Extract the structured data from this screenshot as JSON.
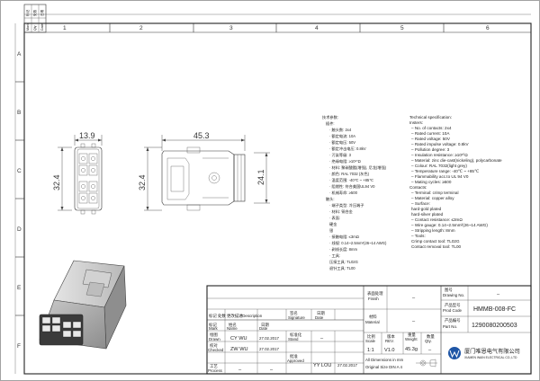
{
  "grid": {
    "cols": [
      "1",
      "2",
      "3",
      "4",
      "5",
      "6"
    ],
    "rows": [
      "A",
      "B",
      "C",
      "D",
      "E",
      "F"
    ]
  },
  "revision_block": {
    "labels": [
      "标记",
      "Mark",
      "处数",
      "Qty",
      "日期",
      "Date"
    ]
  },
  "dimensions": {
    "front_width": "13.9",
    "front_height": "32.4",
    "side_length": "45.3",
    "side_height": "24.1"
  },
  "specs_cn": {
    "title": "技术参数:",
    "lines": [
      "· 额定电流: 10A",
      "· 额定电压: 50V",
      "· 额定冲击电压: 0.8kV",
      "· 污染等级: 3",
      "· 绝缘电阻: ≥10¹⁰Ω",
      "· 材料: 聚碳酸酯(增强), 尼龙(增强)",
      "· 颜色: RAL 7032 (灰色)",
      "· 温度范围: -40℃ ~ +85℃",
      "· 阻燃性: 符合美国UL94 V0",
      "· 机械寿命: ≥500",
      "触头:",
      "· 端子类型: 冷压端子",
      "· 材料: 铜合金",
      "· 表面:",
      "   硬金",
      "   银",
      "· 接触电阻: ≤3mΩ",
      "· 线规: 0.14~2.5mm²(26~14 AWG)",
      "· 剥线长度: 8mm",
      "· 工具:",
      "   压接工具: TL02G",
      "   退针工具: TL00"
    ],
    "contacts_line": "· 触头数: 2x4"
  },
  "specs_en": {
    "title": "Technical specification:",
    "lines": [
      "Insters:",
      "– No. of contacts: 2x4",
      "– Rated current: 10A",
      "– Rated voltage: 50V",
      "– Rated impulse voltage: 0.8kV",
      "– Pollution degree: 3",
      "– Insulation resistance: ≥10¹⁰Ω",
      "– Material: zinc die-cast(nickeling), polycarbonate",
      "– Colour: RAL 7032(light grey)",
      "– Temperature range: -40℃ ~ +85℃",
      "– Flammability acc.to UL 94 V0",
      "– Mating cycles: ≥500",
      "Contacts:",
      "– Terminal: crimp terminal",
      "– Material: copper alloy",
      "– Surface:",
      "    hard-gold plated",
      "    hard-silver plated",
      "– Contact resistance: ≤3mΩ",
      "– Wire gauge: 0.14~2.5mm²(26~14 AWG)",
      "– Stripping length: 8mm",
      "– Tools:",
      "    Crimp contact tool: TL02G",
      "    Contact removal tool: TL00"
    ]
  },
  "title_block": {
    "change_desc_cn": "更改描述",
    "change_desc_en": "/Description",
    "signature_cn": "签名",
    "signature_en": "Signature",
    "date_cn": "日期",
    "date_en": "Date",
    "mark_cn": "标记",
    "mark_en": "Mark",
    "qty_cn": "处数",
    "qty_en": "Qty",
    "surface_cn": "表面处理",
    "surface_en": "Finish",
    "surface_value": "–",
    "material_cn": "材料",
    "material_en": "Material",
    "material_value": "–",
    "drawing_no_cn": "图号",
    "drawing_no_en": "Drawing No.",
    "drawing_no_value": "–",
    "product_code_cn": "产品型号",
    "product_code_en": "Prod Code",
    "product_code_value": "HMMB-008-FC",
    "part_no_cn": "产品编号",
    "part_no_en": "Part No.",
    "part_no_value": "1290080200503",
    "name_header_cn": "姓名",
    "name_header_en": "Name",
    "date_header_cn": "日期",
    "date_header_en": "Date",
    "drawn_cn": "绘图",
    "drawn_en": "Drawn",
    "drawn_name": "CY WU",
    "drawn_date": "27.02.2017",
    "checked_cn": "校对",
    "checked_en": "Checked",
    "checked_name": "ZW WU",
    "checked_date": "27.02.2017",
    "process_cn": "工艺",
    "process_en": "Process",
    "process_name": "–",
    "process_date": "–",
    "standard_cn": "标准化",
    "standard_en": "Stand",
    "standard_value": "–",
    "approved_cn": "批准",
    "approved_en": "Approved",
    "approved_name": "YY LOU",
    "approved_date": "27.02.2017",
    "scale_cn": "比例",
    "scale_en": "Scale",
    "scale_value": "1:1",
    "rev_cn": "版本",
    "rev_en": "REV.",
    "rev_value": "V1.0",
    "weight_cn": "重量",
    "weight_en": "Weight",
    "weight_value": "45.3g",
    "qty2_cn": "数量",
    "qty2_en": "Qty.",
    "qty2_value": "–",
    "all_dims_note": "All Dimensions in mm",
    "orig_size_note": "Original Size DIN A 4",
    "company_cn": "厦门唯恩电气有限公司",
    "company_en": "XIAMEN WAIN ELECTRICAL CO.,LTD"
  },
  "colors": {
    "line": "#333333",
    "connector_grey": "#9a9a9a",
    "connector_dark": "#3a3a3a",
    "connector_light": "#d8d8d8",
    "logo_blue": "#1f56a6"
  }
}
